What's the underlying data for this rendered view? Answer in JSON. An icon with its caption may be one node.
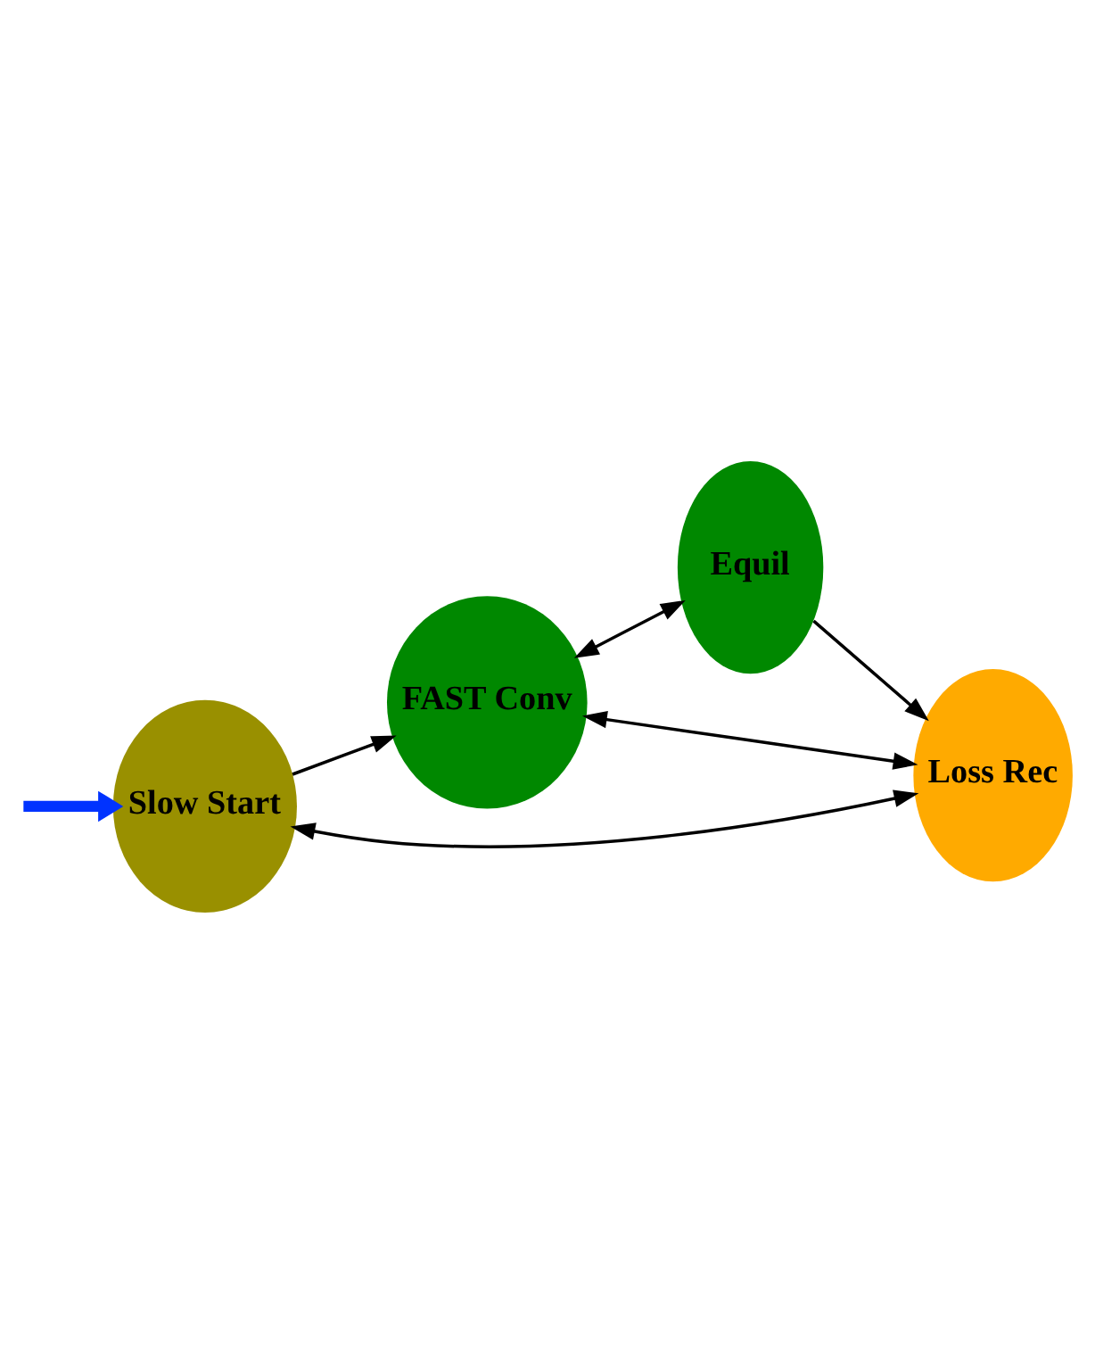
{
  "diagram": {
    "nodes": [
      {
        "text": [
          "Slow Start"
        ]
      },
      {
        "text": [
          "FAST Conv"
        ]
      },
      {
        "text": [
          "Equil"
        ]
      },
      {
        "text": [
          "Loss Rec"
        ]
      }
    ],
    "edges": [
      {
        "from": null,
        "to": 0,
        "arrow": "to",
        "style": "thick",
        "color": "#0033ff"
      },
      {
        "from": 0,
        "to": 1,
        "arrow": "to"
      },
      {
        "from": 1,
        "to": 2,
        "arrow": "both"
      },
      {
        "from": 1,
        "to": 3,
        "arrow": "both"
      },
      {
        "from": 0,
        "to": 3,
        "arrow": "both"
      },
      {
        "from": 2,
        "to": 3,
        "arrow": "to"
      }
    ]
  }
}
